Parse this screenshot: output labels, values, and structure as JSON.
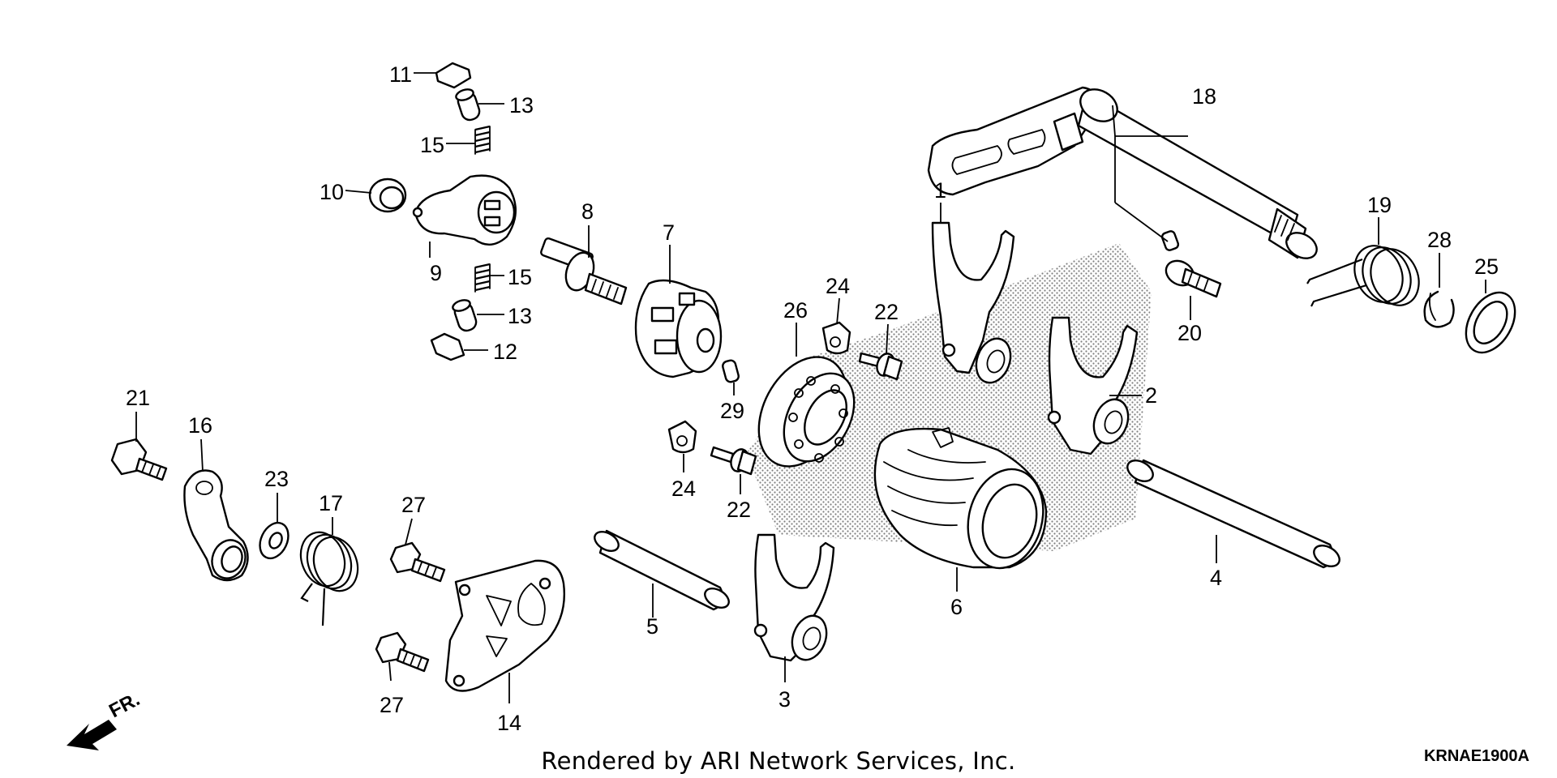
{
  "diagram": {
    "callouts": [
      "11",
      "13",
      "15",
      "10",
      "9",
      "15",
      "13",
      "12",
      "8",
      "7",
      "21",
      "16",
      "23",
      "17",
      "27",
      "27",
      "14",
      "29",
      "24",
      "22",
      "26",
      "24",
      "22",
      "1",
      "5",
      "3",
      "6",
      "2",
      "4",
      "18",
      "20",
      "19",
      "28",
      "25"
    ],
    "front_label": "FR.",
    "diagram_code": "KRNAE1900A"
  },
  "footer": {
    "credit": "Rendered by ARI Network Services, Inc."
  }
}
